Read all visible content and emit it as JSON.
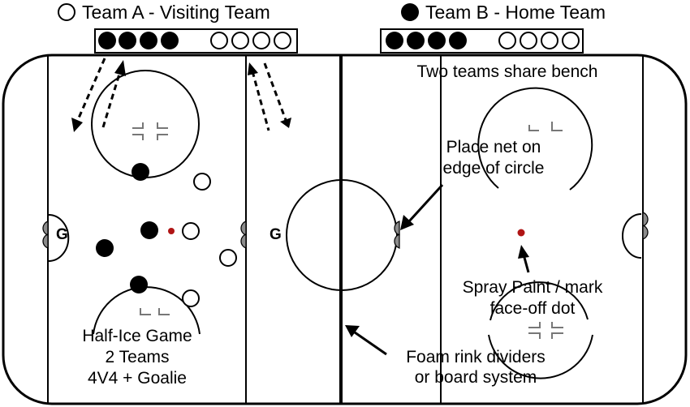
{
  "legend": {
    "team_a": "Team A - Visiting Team",
    "team_b": "Team B - Home Team"
  },
  "annotations": {
    "bench_note": "Two teams share bench",
    "net_note_line1": "Place net on",
    "net_note_line2": "edge of circle",
    "dot_note_line1": "Spray Paint / mark",
    "dot_note_line2": "face-off dot",
    "game_line1": "Half-Ice Game",
    "game_line2": "2 Teams",
    "game_line3": "4V4 + Goalie",
    "divider_line1": "Foam rink dividers",
    "divider_line2": "or board system"
  },
  "goalie_labels": {
    "left": "G",
    "center": "G"
  },
  "colors": {
    "team_a_fill": "#ffffff",
    "team_b_fill": "#000000",
    "net_gray": "#8c8c8c",
    "dot_red": "#b01515",
    "line": "#000000"
  }
}
